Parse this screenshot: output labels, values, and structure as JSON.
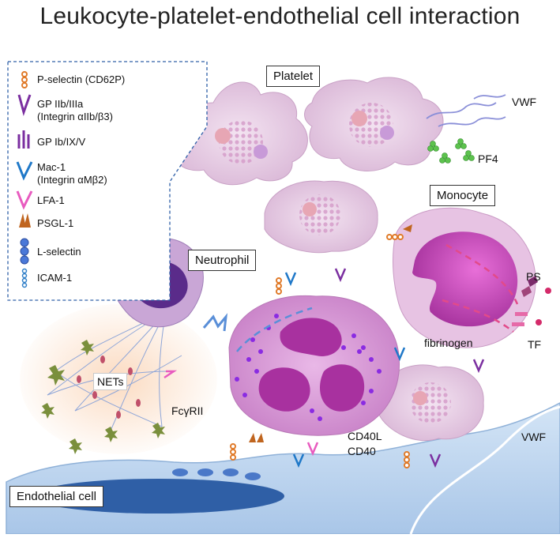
{
  "title": "Leukocyte-platelet-endothelial cell interaction",
  "cells": {
    "platelet": "Platelet",
    "monocyte": "Monocyte",
    "neutrophil": "Neutrophil",
    "endothelial": "Endothelial cell",
    "nets": "NETs"
  },
  "legend": {
    "items": [
      {
        "label": "P-selectin (CD62P)",
        "icon": "p-selectin-icon"
      },
      {
        "label": "GP IIb/IIIa",
        "sub": "(Integrin αIIb/β3)",
        "icon": "gp-iib-iiia-icon"
      },
      {
        "label": "GP Ib/IX/V",
        "icon": "gp-ib-ix-v-icon"
      },
      {
        "label": "Mac-1",
        "sub": "(Integrin αMβ2)",
        "icon": "mac1-icon"
      },
      {
        "label": "LFA-1",
        "icon": "lfa1-icon"
      },
      {
        "label": "PSGL-1",
        "icon": "psgl1-icon"
      },
      {
        "label": "L-selectin",
        "icon": "l-selectin-icon"
      },
      {
        "label": "ICAM-1",
        "icon": "icam1-icon"
      }
    ]
  },
  "labels": {
    "vwf_top": "VWF",
    "pf4": "PF4",
    "ps": "PS",
    "tf": "TF",
    "fibrinogen": "fibrinogen",
    "fcgrii": "FcγRII",
    "cd40l": "CD40L",
    "cd40": "CD40",
    "vwf_bottom": "VWF"
  },
  "colors": {
    "platelet_fill": "#ecd3ea",
    "neutrophil_fill": "#d89ad8",
    "nucleus": "#b03ba8",
    "granule": "#8a2be2",
    "monocyte_nucleus": "#c13bb6",
    "endothelium": "#b9d3ee",
    "endo_nucleus": "#2f5fa6",
    "p_selectin": "#e07b2a",
    "gp_iib_iiia": "#7b2fa0",
    "mac1": "#1f78c8",
    "lfa1": "#e85bbf",
    "psgl1": "#c0651f",
    "net_glow": "#f6c9a6"
  }
}
